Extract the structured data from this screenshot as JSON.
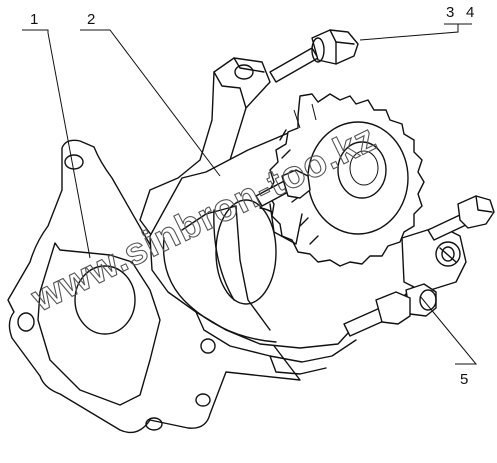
{
  "callouts": [
    {
      "id": "1",
      "label": "1"
    },
    {
      "id": "2",
      "label": "2"
    },
    {
      "id": "3",
      "label": "3"
    },
    {
      "id": "4",
      "label": "4"
    },
    {
      "id": "5",
      "label": "5"
    }
  ],
  "watermark": "www.sinbron-too.kz",
  "colors": {
    "line": "#111111",
    "background": "#ffffff",
    "watermark": "#555555"
  }
}
